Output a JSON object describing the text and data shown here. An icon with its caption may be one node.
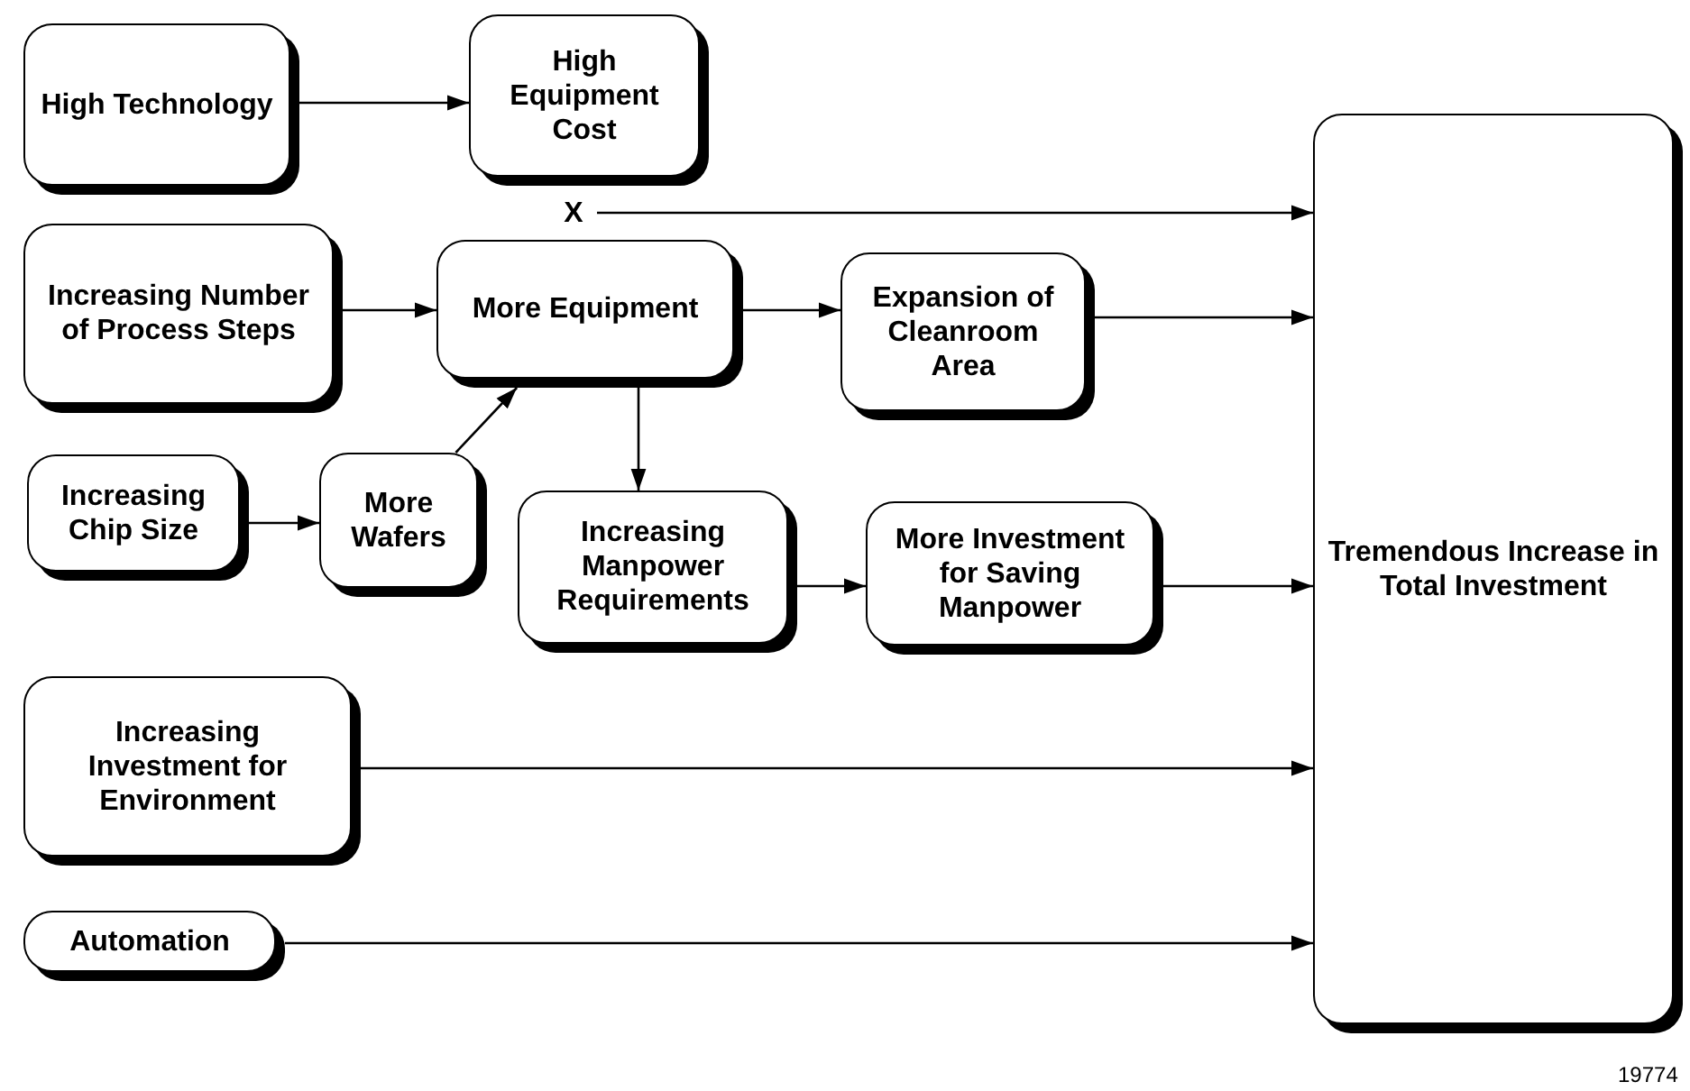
{
  "diagram": {
    "nodes": [
      {
        "text": [
          "High Technology"
        ]
      },
      {
        "text": [
          "High Equipment Cost"
        ]
      },
      {
        "text": [
          "X"
        ]
      },
      {
        "text": [
          "Increasing Number of Process Steps"
        ]
      },
      {
        "text": [
          "More Equipment"
        ]
      },
      {
        "text": [
          "Expansion of Cleanroom Area"
        ]
      },
      {
        "text": [
          "Increasing Chip Size"
        ]
      },
      {
        "text": [
          "More Wafers"
        ]
      },
      {
        "text": [
          "Increasing Manpower Requirements"
        ]
      },
      {
        "text": [
          "More Investment for Saving Manpower"
        ]
      },
      {
        "text": [
          "Increasing Investment for Environment"
        ]
      },
      {
        "text": [
          "Automation"
        ]
      },
      {
        "text": [
          "Tremendous Increase in Total Investment"
        ]
      }
    ],
    "edges": [
      {
        "from": 0,
        "to": 1,
        "arrow": "to"
      },
      {
        "from": 2,
        "to": 12,
        "arrow": "to"
      },
      {
        "from": 3,
        "to": 4,
        "arrow": "to"
      },
      {
        "from": 4,
        "to": 5,
        "arrow": "to"
      },
      {
        "from": 5,
        "to": 12,
        "arrow": "to"
      },
      {
        "from": 6,
        "to": 7,
        "arrow": "to"
      },
      {
        "from": 7,
        "to": 4,
        "arrow": "to"
      },
      {
        "from": 4,
        "to": 8,
        "arrow": "to"
      },
      {
        "from": 8,
        "to": 9,
        "arrow": "to"
      },
      {
        "from": 9,
        "to": 12,
        "arrow": "to"
      },
      {
        "from": 10,
        "to": 12,
        "arrow": "to"
      },
      {
        "from": 11,
        "to": 12,
        "arrow": "to"
      }
    ],
    "labels": [
      "19774"
    ]
  }
}
